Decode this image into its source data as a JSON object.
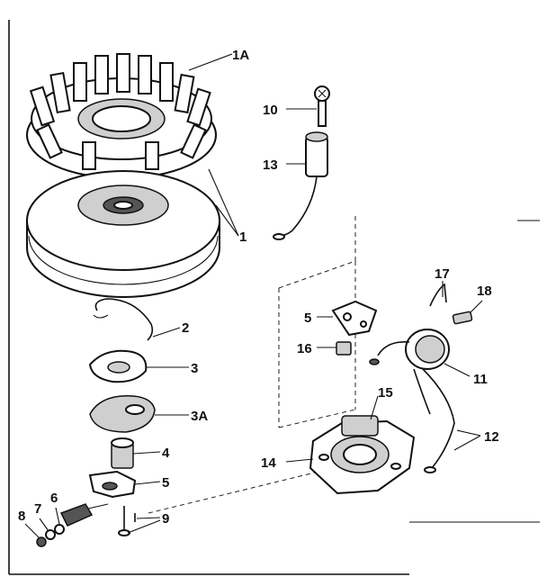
{
  "callouts": [
    {
      "id": "1A",
      "text": "1A"
    },
    {
      "id": "1",
      "text": "1"
    },
    {
      "id": "2",
      "text": "2"
    },
    {
      "id": "3",
      "text": "3"
    },
    {
      "id": "3A",
      "text": "3A"
    },
    {
      "id": "4",
      "text": "4"
    },
    {
      "id": "5a",
      "text": "5"
    },
    {
      "id": "5b",
      "text": "5"
    },
    {
      "id": "6",
      "text": "6"
    },
    {
      "id": "7",
      "text": "7"
    },
    {
      "id": "8",
      "text": "8"
    },
    {
      "id": "9",
      "text": "9"
    },
    {
      "id": "10",
      "text": "10"
    },
    {
      "id": "11",
      "text": "11"
    },
    {
      "id": "12",
      "text": "12"
    },
    {
      "id": "13",
      "text": "13"
    },
    {
      "id": "14",
      "text": "14"
    },
    {
      "id": "15",
      "text": "15"
    },
    {
      "id": "16",
      "text": "16"
    },
    {
      "id": "17",
      "text": "17"
    },
    {
      "id": "18",
      "text": "18"
    }
  ]
}
